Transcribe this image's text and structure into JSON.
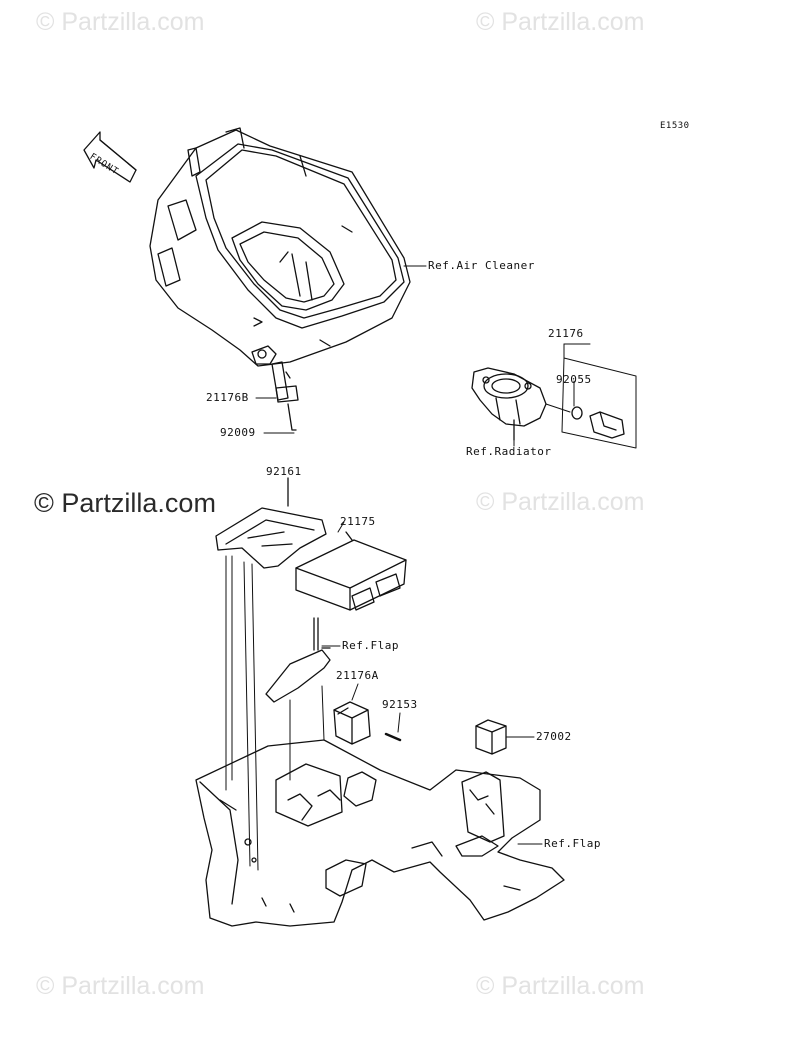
{
  "watermarks": {
    "top_left": "© Partzilla.com",
    "top_right": "© Partzilla.com",
    "middle_left": "© Partzilla.com",
    "middle_right": "© Partzilla.com",
    "bottom_left": "© Partzilla.com",
    "bottom_right": "© Partzilla.com"
  },
  "diagram_code": "E1530",
  "front_arrow_text": "FRONT",
  "labels": {
    "ref_air_cleaner": "Ref.Air Cleaner",
    "part_21176B": "21176B",
    "part_92009": "92009",
    "part_21176": "21176",
    "part_92055": "92055",
    "ref_radiator": "Ref.Radiator",
    "part_92161": "92161",
    "part_21175": "21175",
    "ref_flap_1": "Ref.Flap",
    "part_21176A": "21176A",
    "part_92153": "92153",
    "part_27002": "27002",
    "ref_flap_2": "Ref.Flap"
  }
}
